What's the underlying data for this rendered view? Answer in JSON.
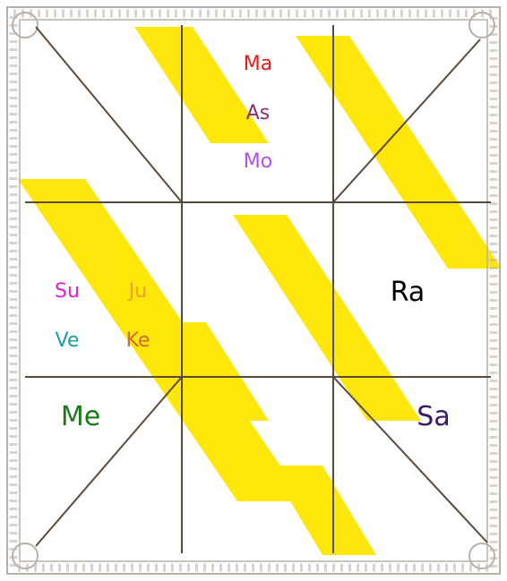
{
  "colors": {
    "background": "#ffffff",
    "grid_line": "#5a4a3c",
    "border": "#b8b0a8",
    "watermark": "#ffe600"
  },
  "houses": {
    "top_center": [
      {
        "key": "ma",
        "label": "Ma",
        "color": "#e41b17"
      },
      {
        "key": "as",
        "label": "As",
        "color": "#8b2c6e"
      },
      {
        "key": "mo",
        "label": "Mo",
        "color": "#b44ee8"
      }
    ],
    "mid_left": [
      {
        "key": "su",
        "label": "Su",
        "color": "#e020d0"
      },
      {
        "key": "ju",
        "label": "Ju",
        "color": "#f0a030"
      },
      {
        "key": "ve",
        "label": "Ve",
        "color": "#1aa0a0"
      },
      {
        "key": "ke",
        "label": "Ke",
        "color": "#d06a30"
      }
    ],
    "mid_right": [
      {
        "key": "ra",
        "label": "Ra",
        "color": "#000000"
      }
    ],
    "bottom_left": [
      {
        "key": "me",
        "label": "Me",
        "color": "#1a7a1a"
      }
    ],
    "bottom_right": [
      {
        "key": "sa",
        "label": "Sa",
        "color": "#3a1a6a"
      }
    ]
  }
}
